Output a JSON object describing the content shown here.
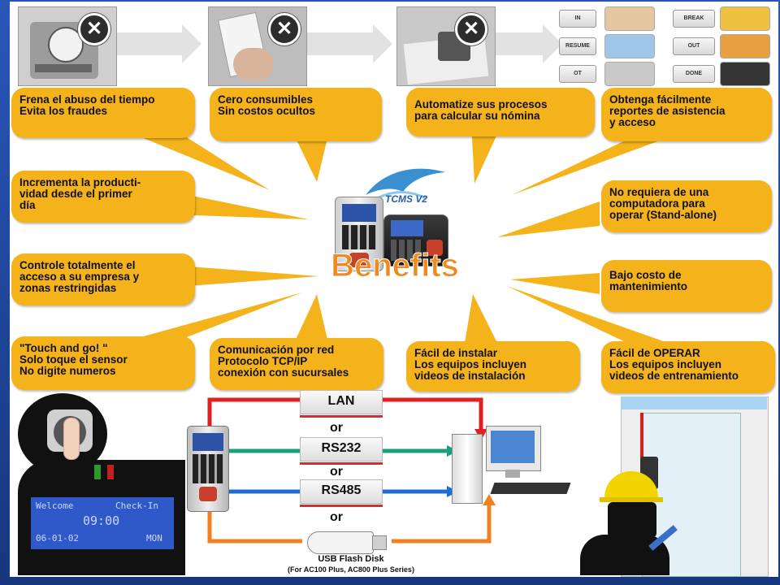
{
  "slide": {
    "top_strip": {
      "photos": [
        {
          "icon": "x-icon",
          "subject": "time-clock"
        },
        {
          "icon": "x-icon",
          "subject": "punch-card"
        },
        {
          "icon": "x-icon",
          "subject": "paper-calculation"
        }
      ],
      "status_buttons": [
        "IN",
        "BREAK",
        "RESUME",
        "OUT",
        "OT",
        "DONE"
      ]
    },
    "benefits": [
      {
        "lines": [
          "Frena el abuso del tiempo",
          "Evita los fraudes"
        ]
      },
      {
        "lines": [
          "Cero consumibles",
          "Sin costos ocultos"
        ]
      },
      {
        "lines": [
          "Automatize sus procesos",
          "para calcular su nómina"
        ]
      },
      {
        "lines": [
          "Obtenga fácilmente",
          "reportes de asistencia",
          "y acceso"
        ]
      },
      {
        "lines": [
          "Incrementa la producti-",
          "vidad desde el primer",
          "día"
        ]
      },
      {
        "lines": [
          "No requiera de una",
          "computadora para",
          "operar  (Stand-alone)"
        ]
      },
      {
        "lines": [
          "Controle totalmente el",
          "acceso a su empresa y",
          "zonas restringidas"
        ]
      },
      {
        "lines": [
          "Bajo costo de",
          "mantenimiento"
        ]
      },
      {
        "lines": [
          "\"Touch and go! \"",
          "Solo toque el sensor",
          "No digite numeros"
        ]
      },
      {
        "lines": [
          "Comunicación por red",
          "Protocolo TCP/IP",
          "conexión con sucursales"
        ]
      },
      {
        "lines": [
          "Fácil de instalar",
          "Los equipos incluyen",
          "videos de instalación"
        ]
      },
      {
        "lines": [
          "Fácil de OPERAR",
          "Los equipos incluyen",
          "videos de entrenamiento"
        ]
      }
    ],
    "center": {
      "logo": "TCMS V2",
      "title": "Benefits"
    },
    "lcd": {
      "welcome": "Welcome",
      "mode": "Check-In",
      "time": "09:00",
      "date": "06-01-02",
      "day": "MON"
    },
    "connections": {
      "options": [
        "LAN",
        "RS232",
        "RS485"
      ],
      "or_label": "or",
      "usb_label": "USB Flash Disk",
      "usb_note": "(For AC100 Plus, AC800 Plus Series)",
      "colors": {
        "lan": "#e02020",
        "rs232": "#1aa07a",
        "rs485": "#1c6fd0",
        "usb": "#f08020"
      }
    },
    "colors": {
      "bubble": "#f4b21b",
      "frame": "#1b3d8f",
      "title": "#f08a1e"
    }
  }
}
